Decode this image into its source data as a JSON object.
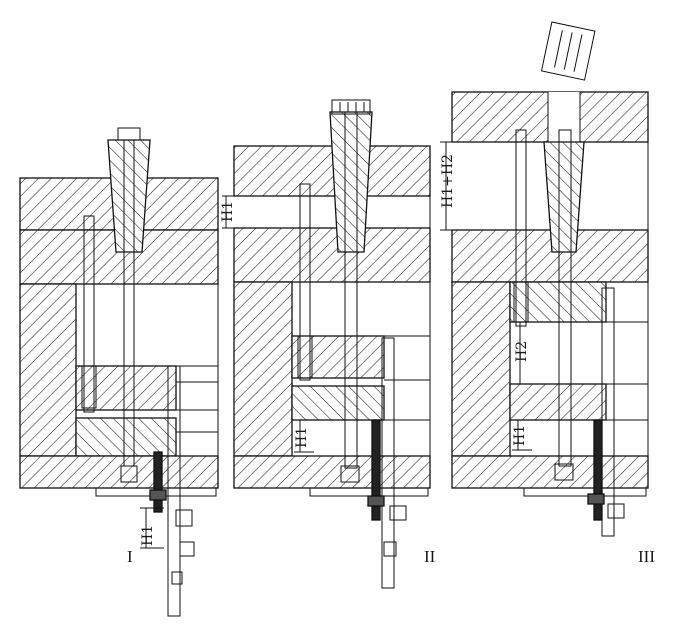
{
  "stages": [
    {
      "id": "I",
      "label": "I",
      "dims": [
        "H1"
      ]
    },
    {
      "id": "II",
      "label": "II",
      "dims": [
        "H1",
        "H1"
      ]
    },
    {
      "id": "III",
      "label": "III",
      "dims": [
        "H1+H2",
        "H2",
        "H1"
      ]
    }
  ],
  "labels": {
    "h1_stage1": "H1",
    "h1_stage2_top": "H1",
    "h1_stage2_mid": "H1",
    "h1h2_stage3": "H1+H2",
    "h2_stage3": "H2",
    "h1_stage3": "H1",
    "stage1": "I",
    "stage2": "II",
    "stage3": "III"
  },
  "colors": {
    "line": "#111111",
    "hatch": "#222222",
    "paper": "#ffffff"
  }
}
